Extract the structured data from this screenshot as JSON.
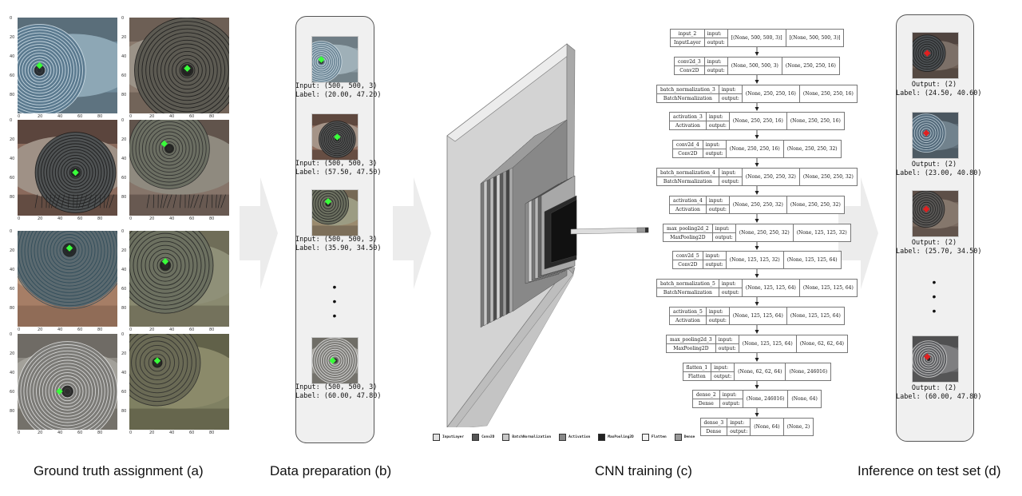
{
  "captions": {
    "a": "Ground truth assignment (a)",
    "b": "Data preparation (b)",
    "c": "CNN training (c)",
    "d": "Inference on test set (d)"
  },
  "eye_axis": {
    "y_ticks": [
      "0",
      "20",
      "40",
      "60",
      "80"
    ],
    "x_ticks": [
      "0",
      "20",
      "40",
      "60",
      "80"
    ]
  },
  "data_prep": {
    "items": [
      {
        "input": "Input: (500, 500, 3)",
        "label": "Label: (20.00, 47.20)"
      },
      {
        "input": "Input: (500, 500, 3)",
        "label": "Label: (57.50, 47.50)"
      },
      {
        "input": "Input: (500, 500, 3)",
        "label": "Label: (35.90, 34.50)"
      },
      {
        "input": "Input: (500, 500, 3)",
        "label": "Label: (60.00, 47.80)"
      }
    ],
    "ellipsis": "•"
  },
  "inference": {
    "items": [
      {
        "output": "Output: (2)",
        "label": "Label: (24.50, 40.60)"
      },
      {
        "output": "Output: (2)",
        "label": "Label: (23.00, 40.80)"
      },
      {
        "output": "Output: (2)",
        "label": "Label: (25.70, 34.50)"
      },
      {
        "output": "Output: (2)",
        "label": "Label: (60.00, 47.80)"
      }
    ],
    "ellipsis": "•"
  },
  "model": {
    "io_in": "input:",
    "io_out": "output:",
    "layers": [
      {
        "name": "input_2",
        "type": "InputLayer",
        "in": "[(None, 500, 500, 3)]",
        "out": "[(None, 500, 500, 3)]"
      },
      {
        "name": "conv2d_3",
        "type": "Conv2D",
        "in": "(None, 500, 500, 3)",
        "out": "(None, 250, 250, 16)"
      },
      {
        "name": "batch_normalization_3",
        "type": "BatchNormalization",
        "in": "(None, 250, 250, 16)",
        "out": "(None, 250, 250, 16)"
      },
      {
        "name": "activation_3",
        "type": "Activation",
        "in": "(None, 250, 250, 16)",
        "out": "(None, 250, 250, 16)"
      },
      {
        "name": "conv2d_4",
        "type": "Conv2D",
        "in": "(None, 250, 250, 16)",
        "out": "(None, 250, 250, 32)"
      },
      {
        "name": "batch_normalization_4",
        "type": "BatchNormalization",
        "in": "(None, 250, 250, 32)",
        "out": "(None, 250, 250, 32)"
      },
      {
        "name": "activation_4",
        "type": "Activation",
        "in": "(None, 250, 250, 32)",
        "out": "(None, 250, 250, 32)"
      },
      {
        "name": "max_pooling2d_2",
        "type": "MaxPooling2D",
        "in": "(None, 250, 250, 32)",
        "out": "(None, 125, 125, 32)"
      },
      {
        "name": "conv2d_5",
        "type": "Conv2D",
        "in": "(None, 125, 125, 32)",
        "out": "(None, 125, 125, 64)"
      },
      {
        "name": "batch_normalization_5",
        "type": "BatchNormalization",
        "in": "(None, 125, 125, 64)",
        "out": "(None, 125, 125, 64)"
      },
      {
        "name": "activation_5",
        "type": "Activation",
        "in": "(None, 125, 125, 64)",
        "out": "(None, 125, 125, 64)"
      },
      {
        "name": "max_pooling2d_3",
        "type": "MaxPooling2D",
        "in": "(None, 125, 125, 64)",
        "out": "(None, 62, 62, 64)"
      },
      {
        "name": "flatten_1",
        "type": "Flatten",
        "in": "(None, 62, 62, 64)",
        "out": "(None, 246016)"
      },
      {
        "name": "dense_2",
        "type": "Dense",
        "in": "(None, 246016)",
        "out": "(None, 64)"
      },
      {
        "name": "dense_3",
        "type": "Dense",
        "in": "(None, 64)",
        "out": "(None, 2)"
      }
    ]
  },
  "legend": [
    {
      "label": "InputLayer",
      "color": "#e0e0e0"
    },
    {
      "label": "Conv2D",
      "color": "#555555"
    },
    {
      "label": "BatchNormalization",
      "color": "#c8c8c8"
    },
    {
      "label": "Activation",
      "color": "#888888"
    },
    {
      "label": "MaxPooling2D",
      "color": "#222222"
    },
    {
      "label": "Flatten",
      "color": "#f2f2f2"
    },
    {
      "label": "Dense",
      "color": "#999999"
    }
  ],
  "colors": {
    "marker": "#39ff3a",
    "predicted": "#e02020",
    "arrow": "#ececec"
  }
}
